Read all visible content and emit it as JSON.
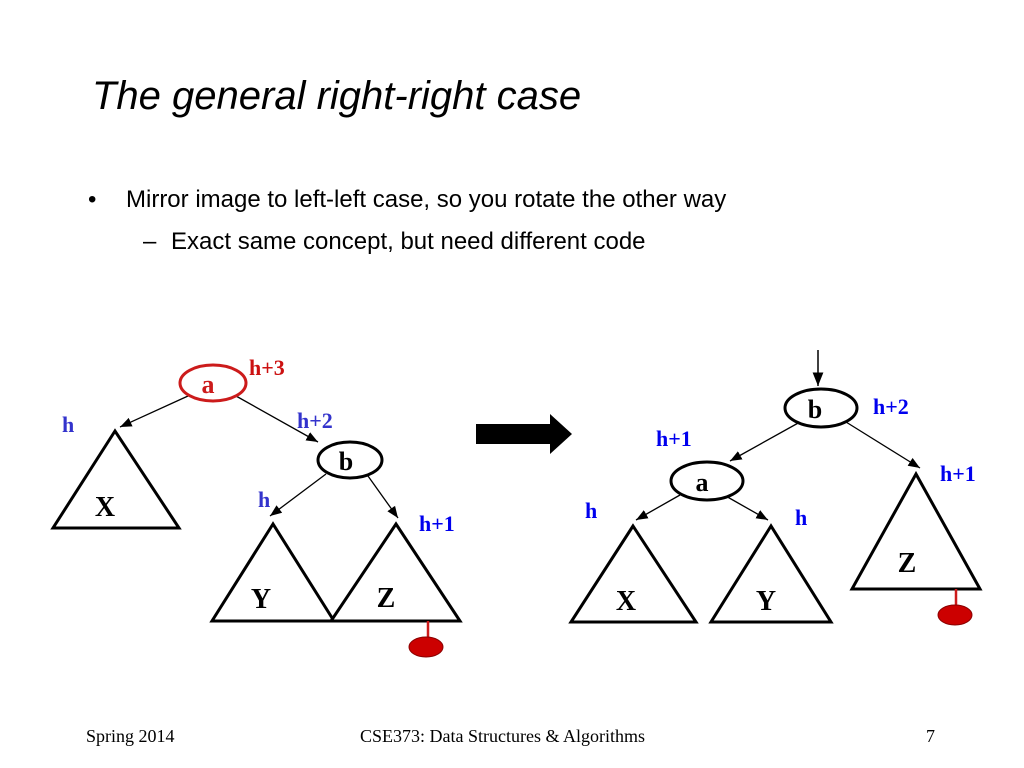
{
  "title": "The general right-right case",
  "bullets": {
    "main": "Mirror image to left-left case, so you rotate the other way",
    "sub": "Exact same concept, but need different code"
  },
  "before": {
    "node_a": "a",
    "node_b": "b",
    "subtree_x": "X",
    "subtree_y": "Y",
    "subtree_z": "Z",
    "height_a": "h+3",
    "height_x": "h",
    "height_b": "h+2",
    "height_y": "h",
    "height_z": "h+1"
  },
  "after": {
    "node_b": "b",
    "node_a": "a",
    "subtree_x": "X",
    "subtree_y": "Y",
    "subtree_z": "Z",
    "height_b": "h+2",
    "height_a": "h+1",
    "height_z": "h+1",
    "height_x": "h",
    "height_y": "h"
  },
  "colors": {
    "unbalanced": "#cc1b1b",
    "height_label_before": "#3333cc",
    "height_label_blue": "#0000ee",
    "height_label_red": "#cc1111",
    "inserted_node": "#cc0000"
  },
  "footer": {
    "left": "Spring 2014",
    "center": "CSE373: Data Structures & Algorithms",
    "page": "7"
  }
}
